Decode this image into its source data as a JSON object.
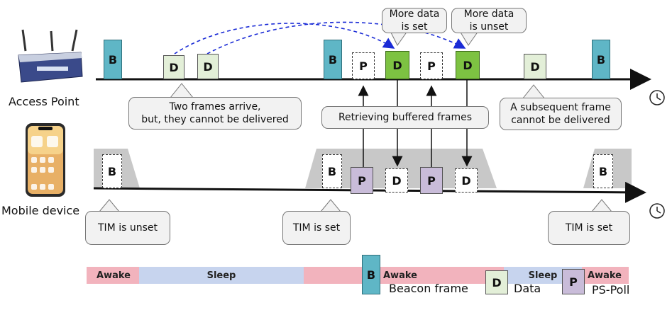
{
  "labels": {
    "access_point": "Access Point",
    "mobile_device": "Mobile device"
  },
  "callouts": {
    "more_data_set": "More data\nis set",
    "more_data_unset": "More data\nis unset",
    "two_frames": "Two frames arrive,\nbut, they cannot be delivered",
    "retrieving": "Retrieving buffered frames",
    "subsequent": "A subsequent frame\ncannot be delivered",
    "tim_unset": "TIM is unset",
    "tim_set_1": "TIM is set",
    "tim_set_2": "TIM is set"
  },
  "frames": {
    "beacon": "B",
    "data": "D",
    "poll": "P"
  },
  "bands": {
    "awake": "Awake",
    "sleep": "Sleep"
  },
  "legend": {
    "beacon": "Beacon frame",
    "data": "Data",
    "poll": "PS-Poll"
  },
  "colors": {
    "beacon": "#5fb6c6",
    "data_green": "#7dc242",
    "data_light": "#e3efd8",
    "poll": "#c9bcd9",
    "awake_band": "#f2b3bd",
    "sleep_band": "#c7d4ee",
    "awake_region": "#c8c8c8",
    "dashed_arrow": "#1a2bd6"
  },
  "icons": {
    "router": "router-icon",
    "phone": "smartphone-icon",
    "clock": "clock-icon"
  }
}
